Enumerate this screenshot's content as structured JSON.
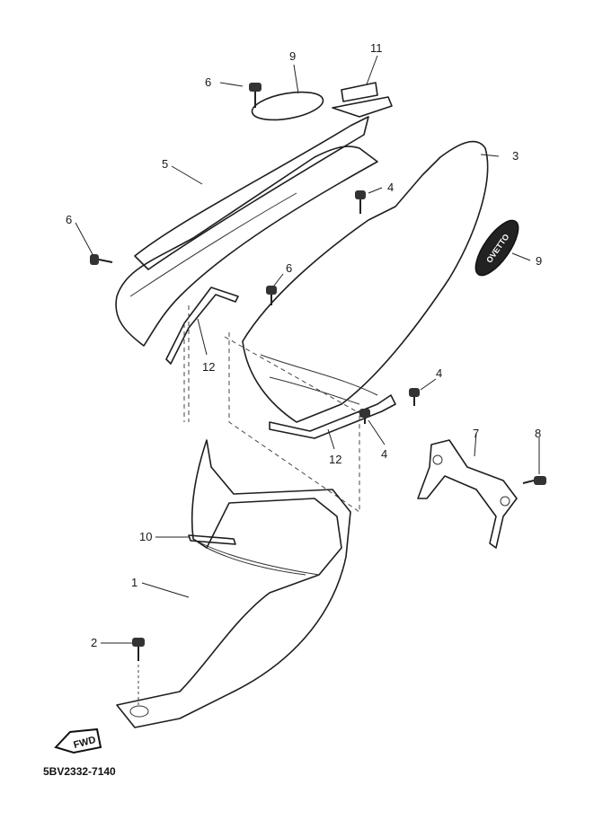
{
  "diagram": {
    "drawing_code": "5BV2332-7140",
    "fwd_label": "FWD",
    "emblem_text": "OVETTO",
    "callouts": [
      {
        "id": "c1",
        "label": "1"
      },
      {
        "id": "c2",
        "label": "2"
      },
      {
        "id": "c3",
        "label": "3"
      },
      {
        "id": "c4a",
        "label": "4"
      },
      {
        "id": "c4b",
        "label": "4"
      },
      {
        "id": "c4c",
        "label": "4"
      },
      {
        "id": "c5",
        "label": "5"
      },
      {
        "id": "c6a",
        "label": "6"
      },
      {
        "id": "c6b",
        "label": "6"
      },
      {
        "id": "c6c",
        "label": "6"
      },
      {
        "id": "c7",
        "label": "7"
      },
      {
        "id": "c8",
        "label": "8"
      },
      {
        "id": "c9a",
        "label": "9"
      },
      {
        "id": "c9b",
        "label": "9"
      },
      {
        "id": "c10",
        "label": "10"
      },
      {
        "id": "c11",
        "label": "11"
      },
      {
        "id": "c12a",
        "label": "12"
      },
      {
        "id": "c12b",
        "label": "12"
      }
    ],
    "colors": {
      "ink": "#1e1e1e",
      "background": "#ffffff"
    }
  }
}
